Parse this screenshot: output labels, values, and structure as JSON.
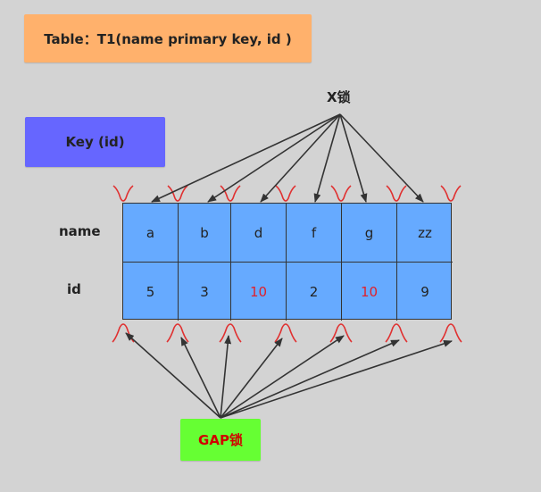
{
  "diagram": {
    "table_title": "Table：T1(name  primary  key, id )",
    "key_label": "Key  (id)",
    "x_lock_label": "X锁",
    "gap_lock_label": "GAP锁",
    "row_labels": [
      "name",
      "id"
    ],
    "names": [
      "a",
      "b",
      "d",
      "f",
      "g",
      "zz"
    ],
    "ids": [
      "5",
      "3",
      "10",
      "2",
      "10",
      "9"
    ],
    "highlighted_ids": [
      "10"
    ],
    "colors": {
      "title_box": "#ffb16c",
      "key_box": "#6666ff",
      "gap_box": "#66ff33",
      "gap_text": "#d00000",
      "cells": "#66aaff",
      "highlight_text": "#e0202a",
      "gap_marks": "#e03030",
      "arrows": "#333333"
    }
  }
}
